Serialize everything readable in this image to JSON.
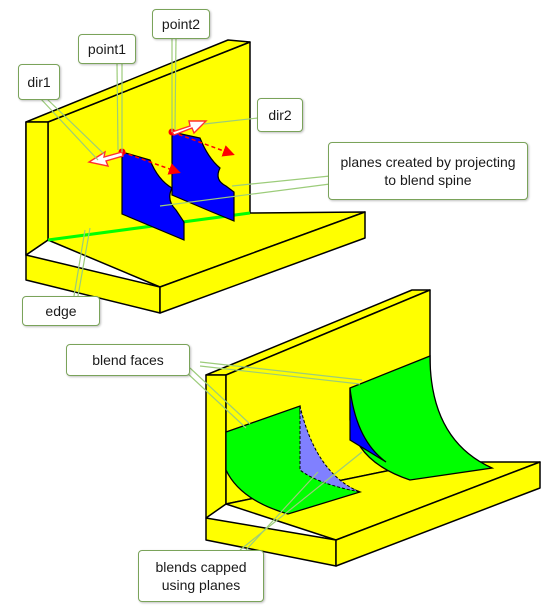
{
  "top_figure": {
    "labels": {
      "dir1": "dir1",
      "point1": "point1",
      "point2": "point2",
      "dir2": "dir2",
      "planes": "planes created by projecting to blend spine",
      "edge": "edge"
    }
  },
  "bottom_figure": {
    "labels": {
      "blend_faces": "blend faces",
      "blends_capped": "blends capped using planes"
    }
  },
  "colors": {
    "body": "#ffff00",
    "plane": "#0000ff",
    "blend": "#00ff00",
    "cap": "#8080ff",
    "edge_highlight": "#00ff00",
    "point": "#ff0000",
    "direction_arrow": "#ff3030",
    "outline": "#000000",
    "callout_border": "#7aa35a",
    "leader": "#9ccc7a"
  }
}
